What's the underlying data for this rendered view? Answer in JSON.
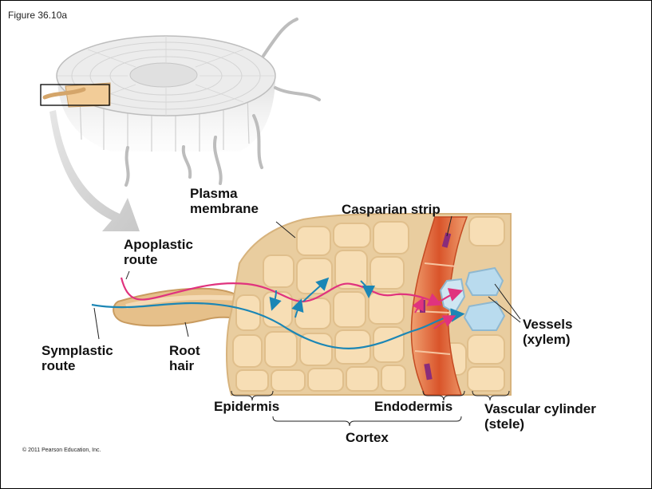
{
  "figure_label": "Figure 36.10a",
  "copyright": "© 2011 Pearson Education, Inc.",
  "labels": {
    "plasma_membrane": "Plasma\nmembrane",
    "casparian_strip": "Casparian strip",
    "apoplastic_route": "Apoplastic\nroute",
    "vessels": "Vessels\n(xylem)",
    "symplastic_route": "Symplastic\nroute",
    "root_hair": "Root\nhair",
    "epidermis": "Epidermis",
    "endodermis": "Endodermis",
    "vascular_cylinder": "Vascular cylinder\n(stele)",
    "cortex": "Cortex"
  },
  "colors": {
    "cell_fill": "#f5d9b0",
    "cell_wall": "#e2c393",
    "endodermis": "#e0703a",
    "casparian": "#8a2c7a",
    "vessel": "#b9dbee",
    "apoplastic_path": "#e0337e",
    "symplastic_path": "#1b86b5"
  }
}
